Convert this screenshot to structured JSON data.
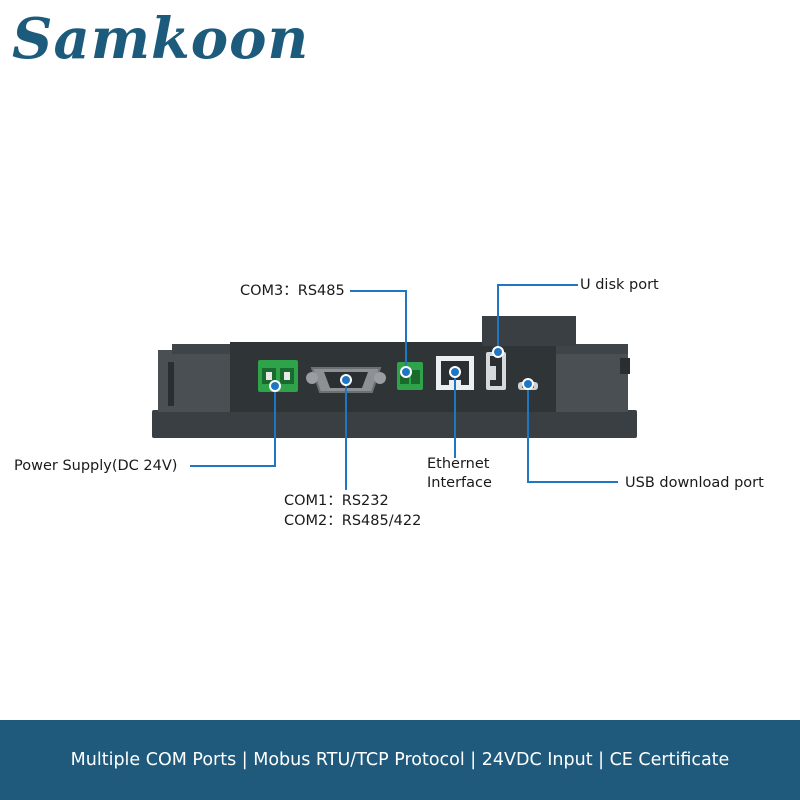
{
  "brand": {
    "logo_text": "Samkoon"
  },
  "labels": {
    "com3": "COM3：RS485",
    "u_disk": "U disk port",
    "power": "Power Supply(DC 24V)",
    "ethernet_line1": "Ethernet",
    "ethernet_line2": "Interface",
    "com1": "COM1：RS232",
    "com2": "COM2：RS485/422",
    "usb_download": "USB download port"
  },
  "footer": {
    "text": "Multiple COM Ports | Mobus RTU/TCP Protocol | 24VDC Input | CE Certificate"
  },
  "colors": {
    "brand": "#1c5b7c",
    "footer_bg": "#1f5a7c",
    "callout": "#1f77c4",
    "device": "#3d4246",
    "terminal_green": "#2fa34a"
  }
}
